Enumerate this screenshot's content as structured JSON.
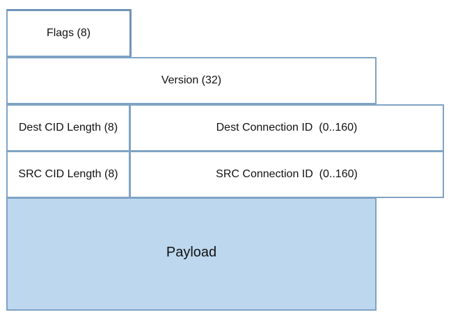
{
  "header_fields": {
    "flags": "Flags (8)",
    "version": "Version (32)",
    "dest_cid_length": "Dest CID Length (8)",
    "dest_connection_id": "Dest Connection ID  (0..160)",
    "src_cid_length": "SRC CID Length (8)",
    "src_connection_id": "SRC Connection ID  (0..160)"
  },
  "payload": {
    "label": "Payload"
  },
  "colors": {
    "border": "#7fa3c5",
    "payload_fill": "#bdd7ee",
    "field_fill": "#ffffff"
  }
}
